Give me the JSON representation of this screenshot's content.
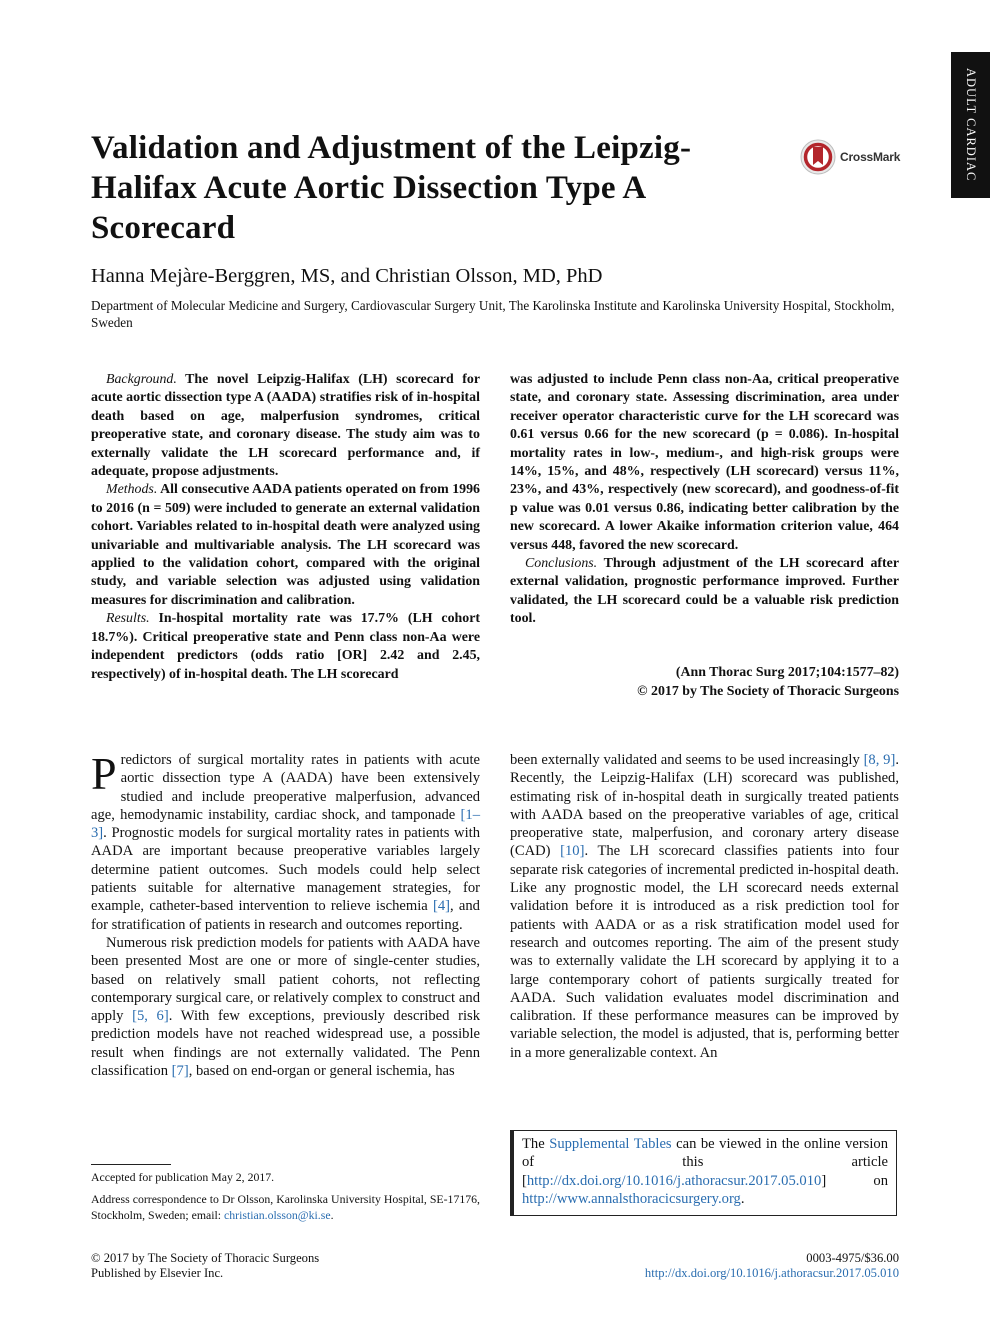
{
  "section_tab": "ADULT CARDIAC",
  "title": "Validation and Adjustment of the Leipzig-Halifax Acute Aortic Dissection Type A Scorecard",
  "crossmark_label": "CrossMark",
  "colors": {
    "link": "#2a6db0",
    "tab_bg": "#111111",
    "crossmark_red": "#b3262c"
  },
  "authors": "Hanna Mejàre-Berggren, MS, and Christian Olsson, MD, PhD",
  "affiliation": "Department of Molecular Medicine and Surgery, Cardiovascular Surgery Unit, The Karolinska Institute and Karolinska University Hospital, Stockholm, Sweden",
  "abstract": {
    "background_label": "Background.",
    "background": "The novel Leipzig-Halifax (LH) scorecard for acute aortic dissection type A (AADA) stratifies risk of in-hospital death based on age, malperfusion syndromes, critical preoperative state, and coronary disease. The study aim was to externally validate the LH scorecard performance and, if adequate, propose adjustments.",
    "methods_label": "Methods.",
    "methods": "All consecutive AADA patients operated on from 1996 to 2016 (n = 509) were included to generate an external validation cohort. Variables related to in-hospital death were analyzed using univariable and multivariable analysis. The LH scorecard was applied to the validation cohort, compared with the original study, and variable selection was adjusted using validation measures for discrimination and calibration.",
    "results_label": "Results.",
    "results_left": "In-hospital mortality rate was 17.7% (LH cohort 18.7%). Critical preoperative state and Penn class non-Aa were independent predictors (odds ratio [OR] 2.42 and 2.45, respectively) of in-hospital death. The LH scorecard",
    "results_right": "was adjusted to include Penn class non-Aa, critical preoperative state, and coronary state. Assessing discrimination, area under receiver operator characteristic curve for the LH scorecard was 0.61 versus 0.66 for the new scorecard (p = 0.086). In-hospital mortality rates in low-, medium-, and high-risk groups were 14%, 15%, and 48%, respectively (LH scorecard) versus 11%, 23%, and 43%, respectively (new scorecard), and goodness-of-fit p value was 0.01 versus 0.86, indicating better calibration by the new scorecard. A lower Akaike information criterion value, 464 versus 448, favored the new scorecard.",
    "conclusions_label": "Conclusions.",
    "conclusions": "Through adjustment of the LH scorecard after external validation, prognostic performance improved. Further validated, the LH scorecard could be a valuable risk prediction tool."
  },
  "citation": {
    "journal": "(Ann Thorac Surg 2017;104:1577–82)",
    "copyright": "© 2017 by The Society of Thoracic Surgeons"
  },
  "body": {
    "dropcap": "P",
    "p1_a": "redictors of surgical mortality rates in patients with acute aortic dissection type A (AADA) have been extensively studied and include preoperative malperfusion, advanced age, hemodynamic instability, cardiac shock, and tamponade ",
    "ref_1_3": "[1–3]",
    "p1_b": ". Prognostic models for surgical mortality rates in patients with AADA are important because preoperative variables largely determine patient outcomes. Such models could help select patients suitable for alternative management strategies, for example, catheter-based intervention to relieve ischemia ",
    "ref_4": "[4]",
    "p1_c": ", and for stratification of patients in research and outcomes reporting.",
    "p2_a": "Numerous risk prediction models for patients with AADA have been presented Most are one or more of single-center studies, based on relatively small patient cohorts, not reflecting contemporary surgical care, or relatively complex to construct and apply ",
    "ref_5_6": "[5, 6]",
    "p2_b": ". With few exceptions, previously described risk prediction models have not reached widespread use, a possible result when findings are not externally validated. The Penn classification ",
    "ref_7": "[7]",
    "p2_c": ", based on end-organ or general ischemia, has",
    "p3_a": "been externally validated and seems to be used increasingly ",
    "ref_8_9": "[8, 9]",
    "p3_b": ". Recently, the Leipzig-Halifax (LH) scorecard was published, estimating risk of in-hospital death in surgically treated patients with AADA based on the preoperative variables of age, critical preoperative state, malperfusion, and coronary artery disease (CAD) ",
    "ref_10": "[10]",
    "p3_c": ". The LH scorecard classifies patients into four separate risk categories of incremental predicted in-hospital death. Like any prognostic model, the LH scorecard needs external validation before it is introduced as a risk prediction tool for patients with AADA or as a risk stratification model used for research and outcomes reporting. The aim of the present study was to externally validate the LH scorecard by applying it to a large contemporary cohort of patients surgically treated for AADA. Such validation evaluates model discrimination and calibration. If these performance measures can be improved by variable selection, the model is adjusted, that is, performing better in a more generalizable context. An"
  },
  "supplemental": {
    "t1": "The ",
    "link1": "Supplemental Tables",
    "t2": " can be viewed in the online version of this article [",
    "link2": "http://dx.doi.org/10.1016/j.athoracsur.2017.05.010",
    "t3": "] on ",
    "link3": "http://www.annalsthoracicsurgery.org",
    "t4": "."
  },
  "footnotes": {
    "accepted": "Accepted for publication May 2, 2017.",
    "address": "Address correspondence to Dr Olsson, Karolinska University Hospital, SE-17176, Stockholm, Sweden; email: ",
    "email": "christian.olsson@ki.se",
    "address_end": "."
  },
  "footer": {
    "copyright": "© 2017 by The Society of Thoracic Surgeons",
    "publisher": "Published by Elsevier Inc.",
    "issn": "0003-4975/$36.00",
    "doi": "http://dx.doi.org/10.1016/j.athoracsur.2017.05.010"
  }
}
